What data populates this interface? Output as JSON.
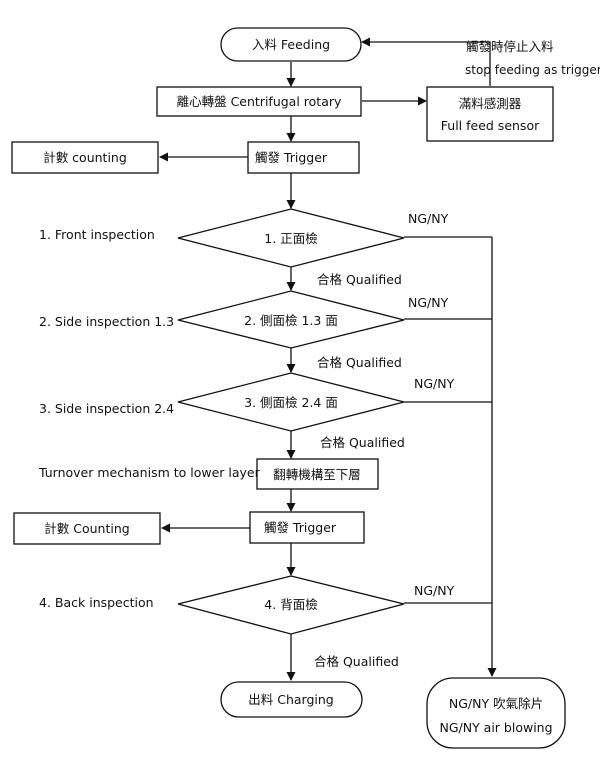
{
  "nodes": {
    "feeding": "入料  Feeding",
    "centrifugal": "離心轉盤  Centrifugal rotary",
    "full_feed_sensor_cn": "滿料感測器",
    "full_feed_sensor_en": "Full feed sensor",
    "trigger_1": "觸發  Trigger",
    "counting_1": "計數  counting",
    "front_check": "1.   正面檢",
    "side_check_13": "2.  側面檢 1.3 面",
    "side_check_24": "3.  側面檢 2.4 面",
    "turnover": "翻轉機構至下層",
    "trigger_2": "觸發  Trigger",
    "counting_2": "計數  Counting",
    "back_check": "4.  背面檢",
    "charging": "出料  Charging",
    "reject_cn": "NG/NY  吹氣除片",
    "reject_en": "NG/NY air blowing"
  },
  "side_labels": {
    "front": "1. Front inspection",
    "side13": "2. Side inspection 1.3",
    "side24": "3. Side inspection 2.4",
    "turnover": "Turnover mechanism to lower layer",
    "back": "4. Back inspection"
  },
  "edge_labels": {
    "stop_cn": "觸發時停止入料",
    "stop_en": "stop feeding as trigger",
    "ng_1": "NG/NY",
    "ng_2": "NG/NY",
    "ng_3": "NG/NY",
    "ng_4": "NG/NY",
    "qualified_1": "合格 Qualified",
    "qualified_2": "合格 Qualified",
    "qualified_3": "合格 Qualified",
    "qualified_4": "合格   Qualified"
  }
}
